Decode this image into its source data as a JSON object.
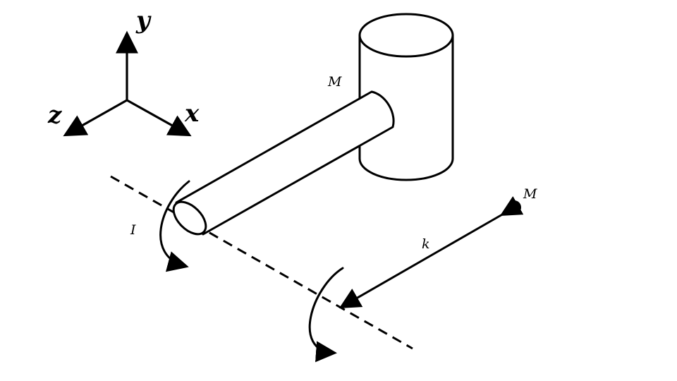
{
  "axes": {
    "y_label": "y",
    "z_label": "z",
    "x_label": "x"
  },
  "labels": {
    "mass_on_body": "M",
    "moment_of_inertia": "I",
    "point_mass": "M",
    "radius_of_gyration": "k"
  },
  "colors": {
    "ink": "#000000",
    "background": "#ffffff"
  }
}
